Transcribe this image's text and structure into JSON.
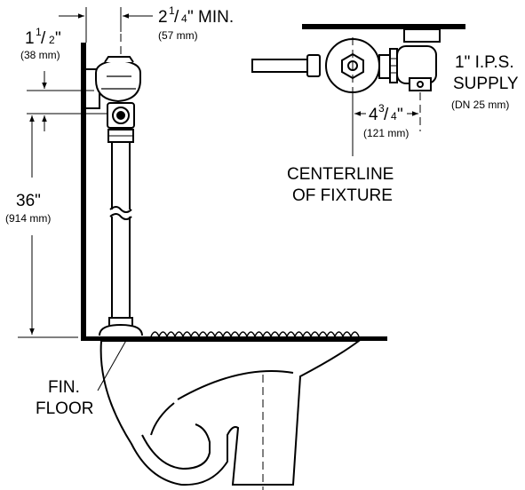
{
  "dimensions": {
    "wall_offset": {
      "whole": "1",
      "num": "1",
      "den": "2",
      "unit": "\"",
      "metric": "(38 mm)"
    },
    "spud_offset": {
      "whole": "2",
      "num": "1",
      "den": "4",
      "unit": "\" MIN.",
      "metric": "(57 mm)"
    },
    "height": {
      "value": "36\"",
      "metric": "(914 mm)"
    },
    "centerline_offset": {
      "whole": "4",
      "num": "3",
      "den": "4",
      "unit": "\"",
      "metric": "(121 mm)"
    }
  },
  "labels": {
    "supply_line1": "1\"  I.P.S.",
    "supply_line2": "SUPPLY",
    "supply_metric": "(DN  25 mm)",
    "centerline_line1": "CENTERLINE",
    "centerline_line2": "OF  FIXTURE",
    "floor_line1": "FIN.",
    "floor_line2": "FLOOR"
  },
  "colors": {
    "ink": "#000000",
    "paper": "#ffffff"
  }
}
